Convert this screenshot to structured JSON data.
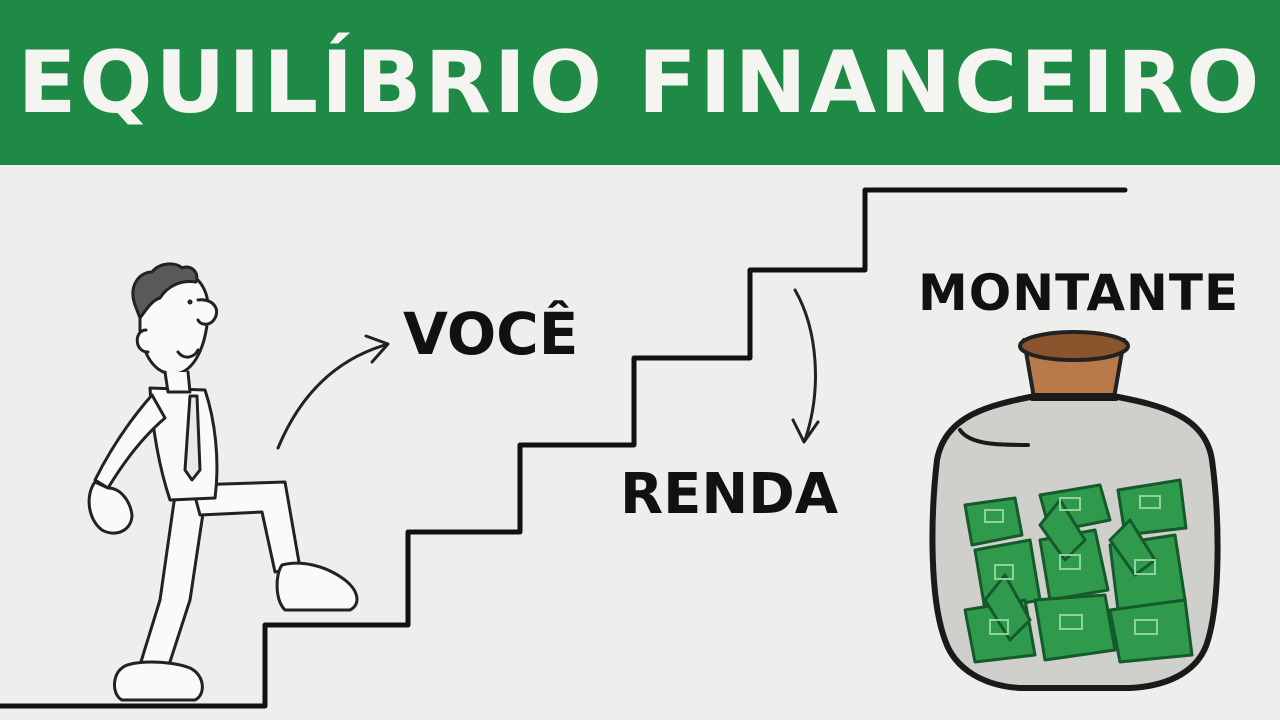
{
  "header": {
    "title": "EQUILÍBRIO FINANCEIRO"
  },
  "labels": {
    "voce": "VOCÊ",
    "renda": "RENDA",
    "montante": "MONTANTE"
  },
  "colors": {
    "banner_green": "#1f8a45",
    "paper": "#eeeeec",
    "money_green": "#2f9a4c",
    "cork": "#b77a4a",
    "ink": "#111111"
  },
  "icons": {
    "person": "man-climbing-stairs-icon",
    "stairs": "staircase-icon",
    "arrow_up": "curved-arrow-up-icon",
    "arrow_down": "curved-arrow-down-icon",
    "jar": "money-jar-icon"
  }
}
